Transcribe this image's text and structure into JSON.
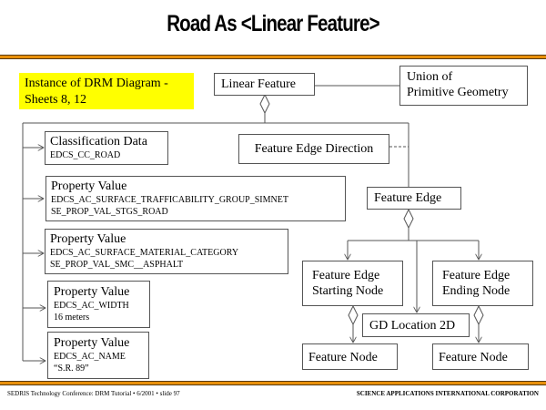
{
  "slide": {
    "title": "Road As <Linear Feature>",
    "note": [
      "Instance of DRM Diagram -",
      "Sheets 8, 12"
    ],
    "footer_left": "SEDRIS Technology Conference: DRM Tutorial • 6/2001 • slide 97",
    "footer_right": "SCIENCE APPLICATIONS INTERNATIONAL CORPORATION",
    "accent_color": "#e8900a",
    "note_color": "#ffff00"
  },
  "nodes": {
    "linear_feature": "Linear Feature",
    "union": [
      "Union of",
      "Primitive Geometry"
    ],
    "classification": {
      "title": "Classification Data",
      "lines": [
        "EDCS_CC_ROAD"
      ]
    },
    "feature_edge_direction": "Feature Edge Direction",
    "prop1": {
      "title": "Property Value",
      "lines": [
        "EDCS_AC_SURFACE_TRAFFICABILITY_GROUP_SIMNET",
        "SE_PROP_VAL_STGS_ROAD"
      ]
    },
    "prop2": {
      "title": "Property Value",
      "lines": [
        "EDCS_AC_SURFACE_MATERIAL_CATEGORY",
        "SE_PROP_VAL_SMC__ASPHALT"
      ]
    },
    "prop3": {
      "title": "Property Value",
      "lines": [
        "EDCS_AC_WIDTH",
        "16 meters"
      ]
    },
    "prop4": {
      "title": "Property Value",
      "lines": [
        "EDCS_AC_NAME",
        "“S.R. 89”"
      ]
    },
    "feature_edge": "Feature Edge",
    "starting_node": [
      "Feature Edge",
      "Starting Node"
    ],
    "ending_node": [
      "Feature Edge",
      "Ending Node"
    ],
    "gd_location": "GD Location 2D",
    "feature_node_left": "Feature Node",
    "feature_node_right": "Feature Node"
  }
}
